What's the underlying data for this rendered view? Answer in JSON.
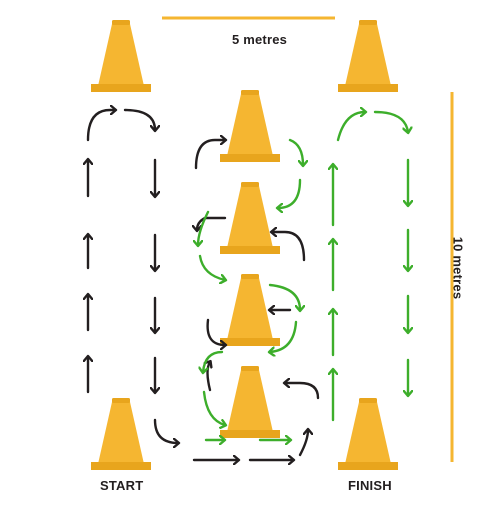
{
  "diagram": {
    "width_label": "5 metres",
    "height_label": "10 metres",
    "start_label": "START",
    "finish_label": "FINISH"
  },
  "colors": {
    "cone": "#f5b631",
    "cone_shade": "#e8a51d",
    "cone_stripe": "#ffffff",
    "dimension_line": "#f5b631",
    "black_arrow": "#231f20",
    "green_arrow": "#3dae2b"
  },
  "icons": {
    "cone": "traffic-cone-icon",
    "arrow": "arrow-icon"
  }
}
